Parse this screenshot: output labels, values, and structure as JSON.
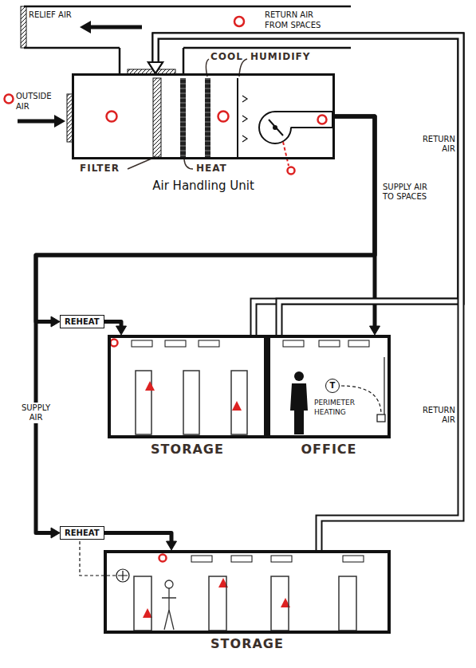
{
  "diagram": {
    "nodes": [
      {
        "text": [
          "Air Handling Unit"
        ]
      },
      {
        "text": [
          "REHEAT"
        ]
      },
      {
        "text": [
          "STORAGE"
        ]
      },
      {
        "text": [
          "OFFICE"
        ]
      },
      {
        "text": [
          "T"
        ],
        "in": 3
      },
      {
        "text": [
          "REHEAT"
        ]
      },
      {
        "text": [
          "STORAGE"
        ]
      }
    ],
    "edges": [
      {
        "from": 0,
        "to": 1,
        "arrow": "to"
      },
      {
        "from": 0,
        "to": 3,
        "label": "SUPPLY AIR TO SPACES",
        "arrow": "to"
      },
      {
        "from": 0,
        "to": 5,
        "label": "SUPPLY AIR",
        "arrow": "to"
      },
      {
        "from": 1,
        "to": 2,
        "arrow": "to"
      },
      {
        "from": 5,
        "to": 6,
        "arrow": "to"
      },
      {
        "from": 2,
        "to": 0,
        "arrow": "to"
      },
      {
        "from": 3,
        "to": 0,
        "label": "RETURN AIR",
        "arrow": "to"
      },
      {
        "from": 6,
        "to": 0,
        "label": "RETURN AIR",
        "arrow": "to"
      }
    ],
    "labels": [
      "RELIEF AIR",
      "RETURN AIR FROM SPACES",
      "OUTSIDE AIR",
      "COOL",
      "HUMIDIFY",
      "FILTER",
      "HEAT",
      "PERIMETER HEATING"
    ]
  }
}
